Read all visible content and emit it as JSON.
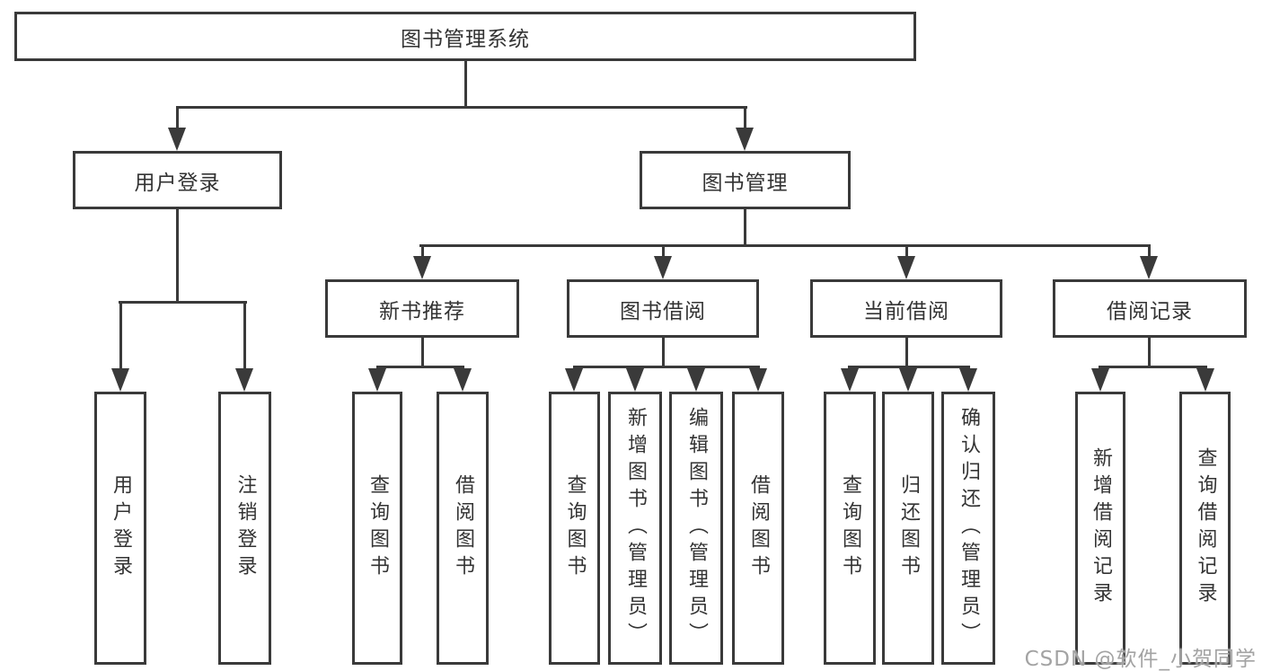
{
  "diagram": {
    "root": {
      "label": "图书管理系统"
    },
    "level2": [
      {
        "label": "用户登录"
      },
      {
        "label": "图书管理"
      }
    ],
    "user_children": [
      {
        "label": "用户登录"
      },
      {
        "label": "注销登录"
      }
    ],
    "mgmt_sections": [
      {
        "label": "新书推荐",
        "children": [
          {
            "label": "查询图书"
          },
          {
            "label": "借阅图书"
          }
        ]
      },
      {
        "label": "图书借阅",
        "children": [
          {
            "label": "查询图书"
          },
          {
            "label": "新增图书（管理员）"
          },
          {
            "label": "编辑图书（管理员）"
          },
          {
            "label": "借阅图书"
          }
        ]
      },
      {
        "label": "当前借阅",
        "children": [
          {
            "label": "查询图书"
          },
          {
            "label": "归还图书"
          },
          {
            "label": "确认归还（管理员）"
          }
        ]
      },
      {
        "label": "借阅记录",
        "children": [
          {
            "label": "新增借阅记录"
          },
          {
            "label": "查询借阅记录"
          }
        ]
      }
    ]
  },
  "watermark": "CSDN @软件_小贺同学",
  "colors": {
    "line": "#3a3a3a",
    "text": "#333333",
    "watermark": "#a3a3a3",
    "background": "#ffffff"
  }
}
